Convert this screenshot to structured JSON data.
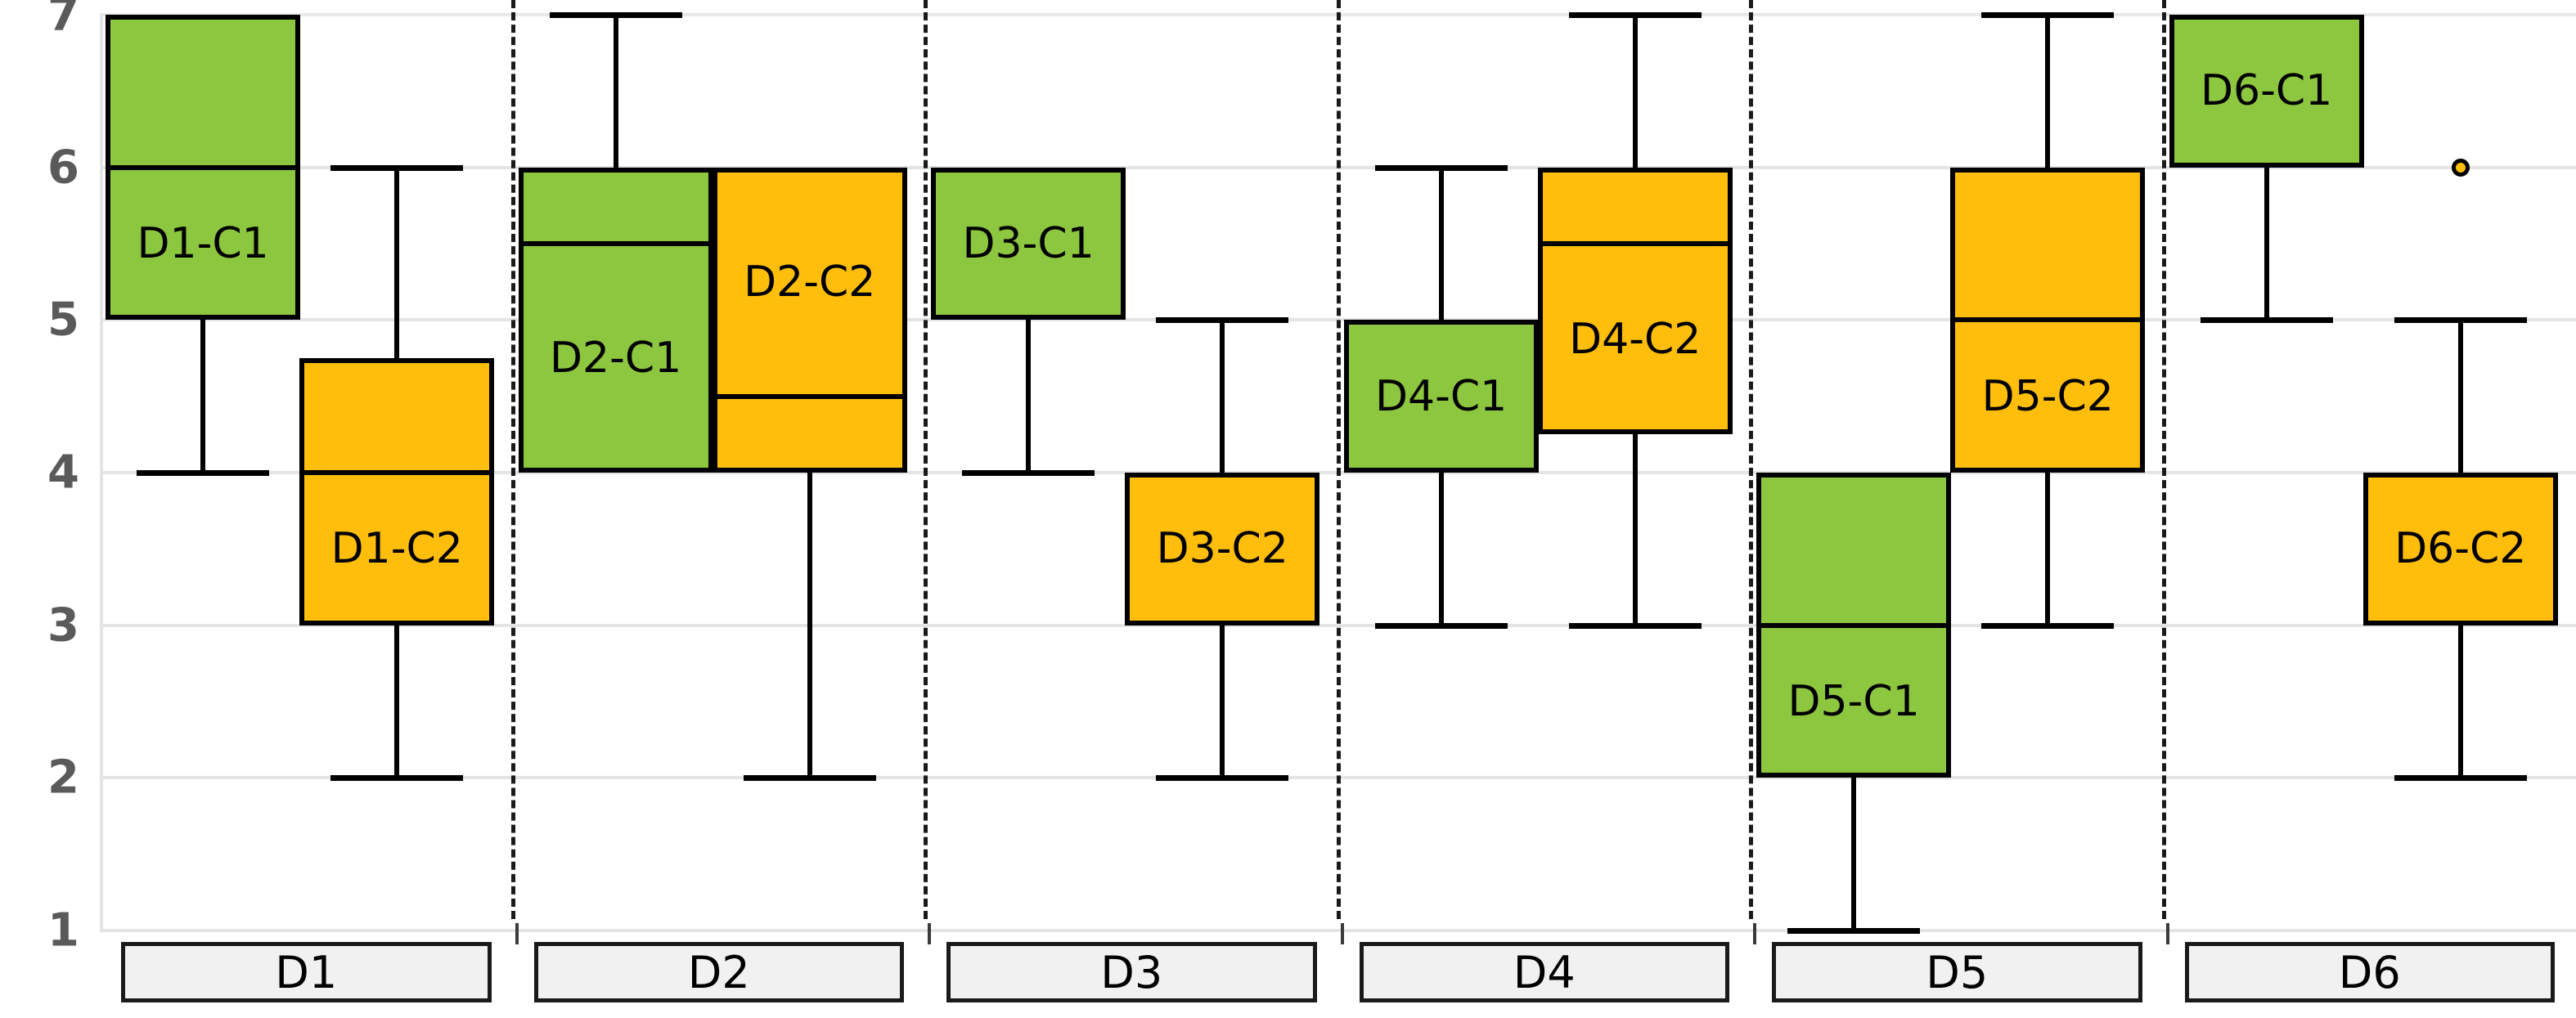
{
  "chart_data": {
    "type": "box",
    "title": "",
    "xlabel": "",
    "ylabel": "",
    "ylim": [
      1,
      7
    ],
    "yticks": [
      1,
      2,
      3,
      4,
      5,
      6,
      7
    ],
    "ytick_labels": [
      "1",
      "2",
      "3",
      "4",
      "5",
      "6",
      "7"
    ],
    "grid": true,
    "legend": null,
    "categories": [
      "D1",
      "D2",
      "D3",
      "D4",
      "D5",
      "D6"
    ],
    "series": [
      {
        "name": "C1",
        "color": "#8DC63F",
        "boxes": [
          {
            "label": "D1-C1",
            "q1": 5.0,
            "q3": 7.0,
            "median": 6.0,
            "whisker_low": 4.0,
            "whisker_high": null,
            "outliers": []
          },
          {
            "label": "D2-C1",
            "q1": 4.0,
            "q3": 6.0,
            "median": 5.5,
            "whisker_low": null,
            "whisker_high": 7.0,
            "outliers": []
          },
          {
            "label": "D3-C1",
            "q1": 5.0,
            "q3": 6.0,
            "median": 5.0,
            "whisker_low": 4.0,
            "whisker_high": null,
            "outliers": []
          },
          {
            "label": "D4-C1",
            "q1": 4.0,
            "q3": 5.0,
            "median": 4.0,
            "whisker_low": 3.0,
            "whisker_high": 6.0,
            "outliers": []
          },
          {
            "label": "D5-C1",
            "q1": 2.0,
            "q3": 4.0,
            "median": 3.0,
            "whisker_low": 1.0,
            "whisker_high": null,
            "outliers": []
          },
          {
            "label": "D6-C1",
            "q1": 6.0,
            "q3": 7.0,
            "median": 6.0,
            "whisker_low": 5.0,
            "whisker_high": null,
            "outliers": []
          }
        ]
      },
      {
        "name": "C2",
        "color": "#FFBE0B",
        "boxes": [
          {
            "label": "D1-C2",
            "q1": 3.0,
            "q3": 4.75,
            "median": 4.0,
            "whisker_low": 2.0,
            "whisker_high": 6.0,
            "outliers": []
          },
          {
            "label": "D2-C2",
            "q1": 4.0,
            "q3": 6.0,
            "median": 4.5,
            "whisker_low": 2.0,
            "whisker_high": null,
            "outliers": []
          },
          {
            "label": "D3-C2",
            "q1": 3.0,
            "q3": 4.0,
            "median": 3.0,
            "whisker_low": 2.0,
            "whisker_high": 5.0,
            "outliers": []
          },
          {
            "label": "D4-C2",
            "q1": 4.25,
            "q3": 6.0,
            "median": 5.5,
            "whisker_low": 3.0,
            "whisker_high": 7.0,
            "outliers": []
          },
          {
            "label": "D5-C2",
            "q1": 4.0,
            "q3": 6.0,
            "median": 5.0,
            "whisker_low": 3.0,
            "whisker_high": 7.0,
            "outliers": []
          },
          {
            "label": "D6-C2",
            "q1": 3.0,
            "q3": 4.0,
            "median": 3.0,
            "whisker_low": 2.0,
            "whisker_high": 5.0,
            "outliers": [
              6.0
            ]
          }
        ]
      }
    ]
  },
  "axis": {
    "y_ticks": [
      "7",
      "6",
      "5",
      "4",
      "3",
      "2",
      "1"
    ],
    "x_groups": [
      "D1",
      "D2",
      "D3",
      "D4",
      "D5",
      "D6"
    ]
  }
}
